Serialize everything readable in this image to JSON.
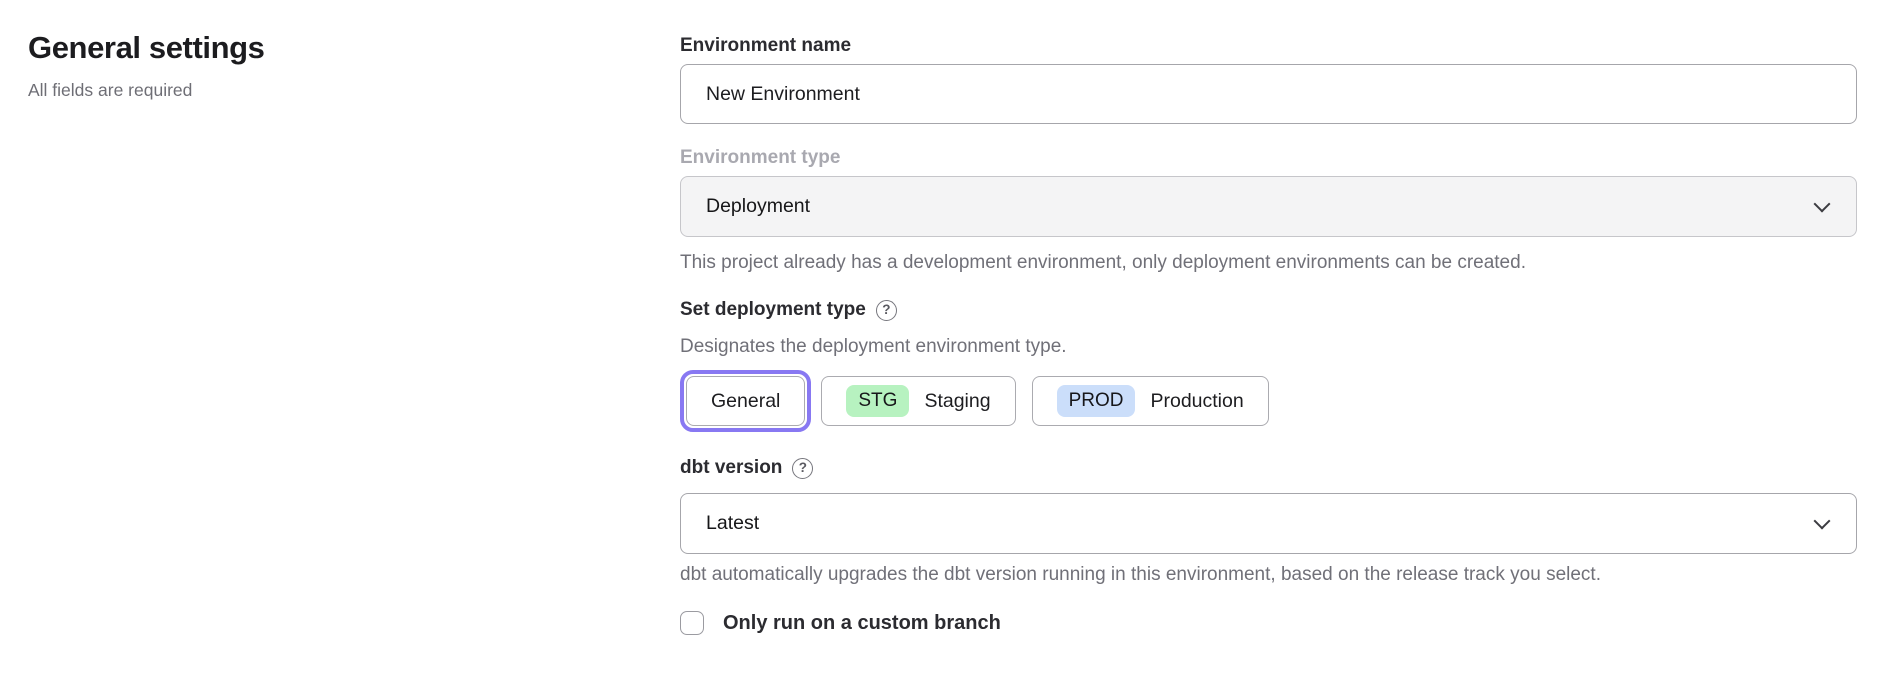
{
  "page": {
    "title": "General settings",
    "subtitle": "All fields are required"
  },
  "icons": {
    "help": "?"
  },
  "form": {
    "environment_name": {
      "label": "Environment name",
      "value": "New Environment"
    },
    "environment_type": {
      "label": "Environment type",
      "value": "Deployment",
      "disabled": true,
      "help": "This project already has a development environment, only deployment environments can be created."
    },
    "deployment_type": {
      "label": "Set deployment type",
      "description": "Designates the deployment environment type.",
      "selected_option": "General",
      "options": [
        {
          "label": "General"
        },
        {
          "badge": "STG",
          "label": "Staging"
        },
        {
          "badge": "PROD",
          "label": "Production"
        }
      ]
    },
    "dbt_version": {
      "label": "dbt version",
      "value": "Latest",
      "help": "dbt automatically upgrades the dbt version running in this environment, based on the release track you select."
    },
    "custom_branch": {
      "label": "Only run on a custom branch",
      "checked": false
    }
  },
  "colors": {
    "selected_ring": "#8878f2",
    "staging_badge_bg": "#b7f2c0",
    "production_badge_bg": "#cbdefa",
    "disabled_field_bg": "#f4f4f5",
    "input_border": "#a6a6ab",
    "help_text": "#707078"
  }
}
